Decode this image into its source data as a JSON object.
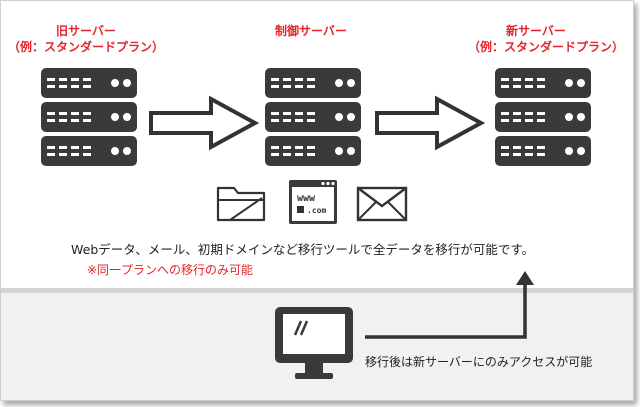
{
  "servers": {
    "old": {
      "line1": "旧サーバー",
      "line2": "（例：スタンダードプラン）"
    },
    "control": {
      "line1": "制御サーバー"
    },
    "new": {
      "line1": "新サーバー",
      "line2": "（例：スタンダードプラン）"
    }
  },
  "icons": {
    "www_label": "www",
    "com_label": ".com"
  },
  "description": "Webデータ、メール、初期ドメインなど移行ツールで全データを移行が可能です。",
  "note": "※同一プランへの移行のみ可能",
  "bottom_description": "移行後は新サーバーにのみアクセスが可能",
  "colors": {
    "accent_red": "#e3262b",
    "icon_dark": "#3a3a3a"
  }
}
